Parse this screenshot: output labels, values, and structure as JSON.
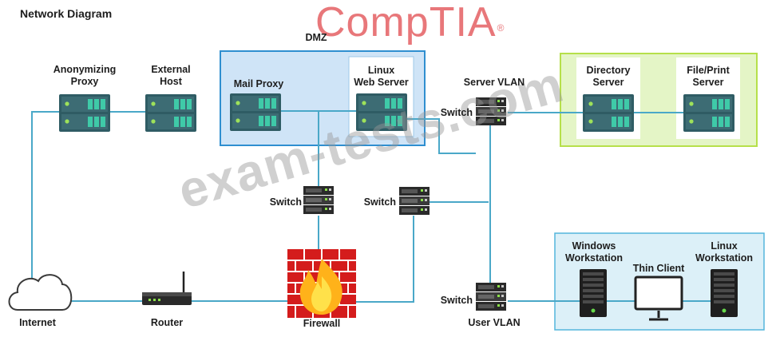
{
  "title": "Network Diagram",
  "logo": {
    "text": "CompTIA",
    "mark": "®"
  },
  "watermark": "exam-tests.com",
  "zones": {
    "dmz": "DMZ",
    "server_vlan": "Server VLAN",
    "user_vlan": "User VLAN"
  },
  "nodes": {
    "anonymizing_proxy": {
      "line1": "Anonymizing",
      "line2": "Proxy"
    },
    "external_host": {
      "line1": "External",
      "line2": "Host"
    },
    "mail_proxy": "Mail Proxy",
    "linux_web_server": {
      "line1": "Linux",
      "line2": "Web Server"
    },
    "directory_server": {
      "line1": "Directory",
      "line2": "Server"
    },
    "file_print_server": {
      "line1": "File/Print",
      "line2": "Server"
    },
    "switch_dmz": "Switch",
    "switch_core": "Switch",
    "switch_server": "Switch",
    "switch_user": "Switch",
    "windows_workstation": {
      "line1": "Windows",
      "line2": "Workstation"
    },
    "thin_client": "Thin Client",
    "linux_workstation": {
      "line1": "Linux",
      "line2": "Workstation"
    },
    "internet": "Internet",
    "router": "Router",
    "firewall": "Firewall"
  },
  "colors": {
    "link": "#4aa8c8",
    "dmz_zone": "#cfe4f7",
    "server_zone": "#e4f5c6",
    "user_zone": "#dcf0f8",
    "server_body": "#2e5a62",
    "server_led": "#38c7a6",
    "firewall_brick": "#d41c1c",
    "logo": "#e8777a"
  }
}
